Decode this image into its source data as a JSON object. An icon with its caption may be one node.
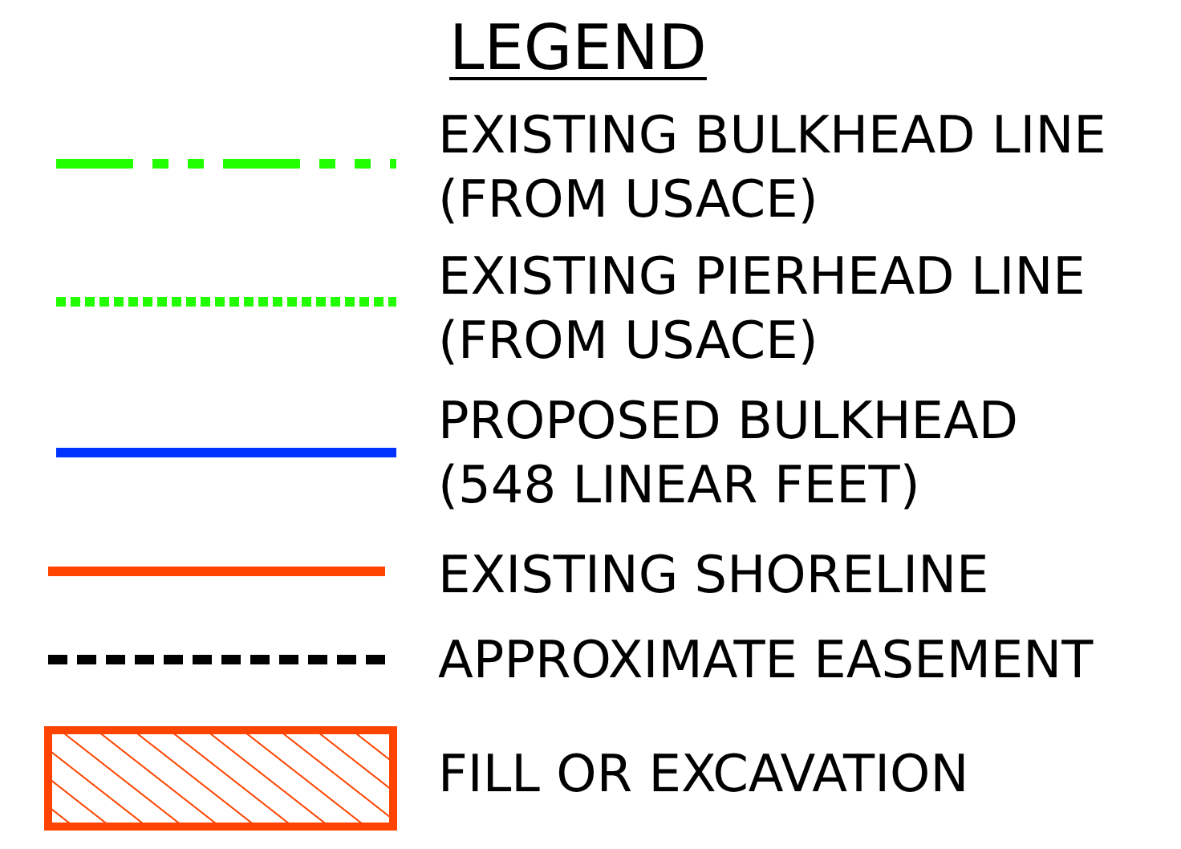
{
  "diagram": {
    "title": "LEGEND",
    "legend": [
      {
        "text": "EXISTING BULKHEAD LINE (FROM USACE)"
      },
      {
        "text": "EXISTING PIERHEAD LINE (FROM USACE)"
      },
      {
        "text": "PROPOSED BULKHEAD (548 LINEAR FEET)"
      },
      {
        "text": "EXISTING SHORELINE"
      },
      {
        "text": "APPROXIMATE EASEMENT"
      },
      {
        "text": "FILL OR EXCAVATION"
      }
    ]
  }
}
